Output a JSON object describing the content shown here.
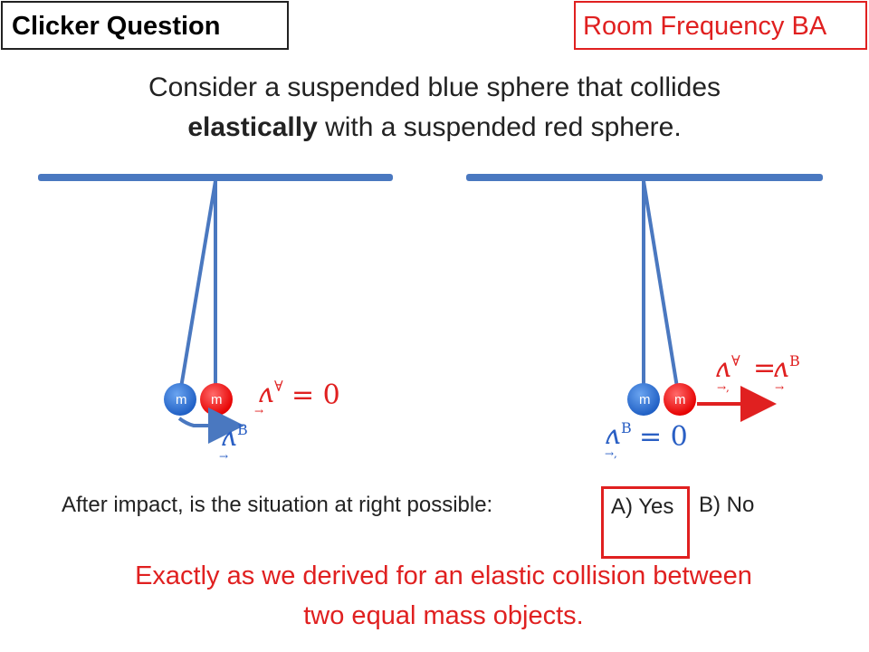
{
  "header": {
    "clicker_label": "Clicker Question",
    "room_label": "Room Frequency BA"
  },
  "prompt": {
    "line1": "Consider a suspended blue sphere that collides",
    "line2_bold": "elastically",
    "line2_rest": " with a suspended  red sphere."
  },
  "diagram": {
    "left": {
      "ball_label_blue": "m",
      "ball_label_red": "m",
      "eq_red": "= 0",
      "red_symbol": "vA",
      "blue_symbol": "vB"
    },
    "right": {
      "ball_label_blue": "m",
      "ball_label_red": "m",
      "eq_top_eq": "=",
      "eq_blue": "= 0"
    },
    "colors": {
      "blue_ball": "#2a6fd6",
      "red_ball": "#ff1a1a",
      "string": "#4a78c0",
      "bar": "#4a78c0",
      "arrow_red": "#e02020",
      "arrow_blue": "#4a78c0"
    }
  },
  "question": {
    "text": "After impact, is the situation at right possible:",
    "option_a": "A) Yes",
    "option_b": "B) No"
  },
  "explanation": {
    "line1": "Exactly as we derived for an elastic collision between",
    "line2": "two equal mass objects."
  }
}
